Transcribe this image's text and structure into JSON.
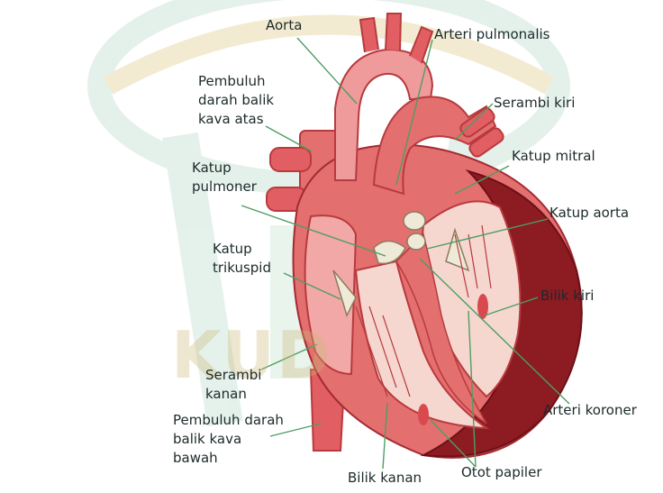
{
  "watermark": {
    "text": "KUD",
    "color": "#e3d7a9",
    "green": "#cfe7dc"
  },
  "colors": {
    "heart_outer": "#e46f6f",
    "heart_dark": "#8c1b22",
    "heart_inner": "#f2a8a6",
    "chamber_light": "#f6d7cf",
    "valve": "#efe9d8",
    "leader_line": "#4f9d63"
  },
  "labels": {
    "aorta": [
      "Aorta"
    ],
    "arteri_pulmonalis": [
      "Arteri pulmonalis"
    ],
    "pembuluh_atas": [
      "Pembuluh",
      "darah balik",
      "kava atas"
    ],
    "serambi_kiri": [
      "Serambi kiri"
    ],
    "katup_mitral": [
      "Katup mitral"
    ],
    "katup_pulmoner": [
      "Katup",
      "pulmoner"
    ],
    "katup_aorta": [
      "Katup aorta"
    ],
    "katup_trikuspid": [
      "Katup",
      "trikuspid"
    ],
    "bilik_kiri": [
      "Bilik kiri"
    ],
    "serambi_kanan": [
      "Serambi",
      "kanan"
    ],
    "arteri_koroner": [
      "Arteri koroner"
    ],
    "pembuluh_bawah": [
      "Pembuluh darah",
      "balik kava",
      "bawah"
    ],
    "bilik_kanan": [
      "Bilik kanan"
    ],
    "otot_papiler": [
      "Otot papiler"
    ]
  }
}
